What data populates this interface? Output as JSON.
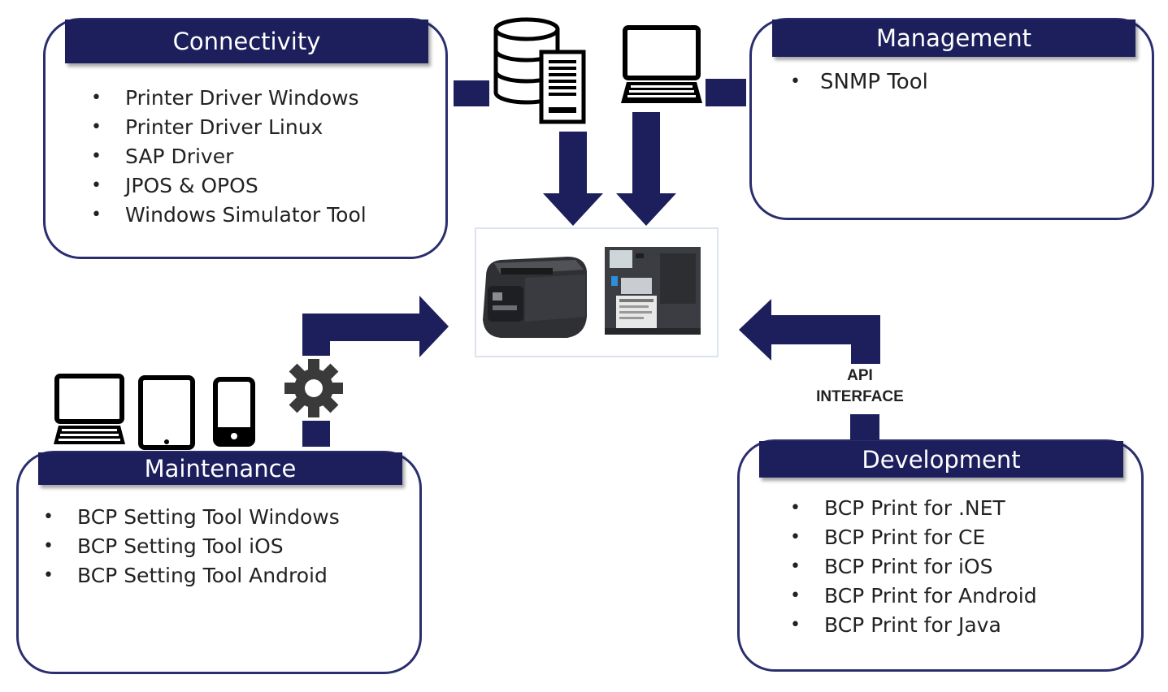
{
  "connectivity": {
    "title": "Connectivity",
    "items": [
      "Printer Driver Windows",
      "Printer Driver Linux",
      "SAP Driver",
      "JPOS & OPOS",
      "Windows Simulator Tool"
    ]
  },
  "management": {
    "title": "Management",
    "items": [
      "SNMP Tool"
    ]
  },
  "maintenance": {
    "title": "Maintenance",
    "items": [
      "BCP Setting Tool Windows",
      "BCP Setting Tool iOS",
      "BCP Setting Tool Android"
    ]
  },
  "development": {
    "title": "Development",
    "items": [
      "BCP Print for .NET",
      "BCP Print for CE",
      "BCP Print for iOS",
      "BCP Print for Android",
      "BCP Print for Java"
    ]
  },
  "api_interface": {
    "line1": "API",
    "line2": "INTERFACE"
  },
  "colors": {
    "navy": "#1c1f5c",
    "border": "#2b2e6e"
  },
  "icons": [
    "server-icon",
    "laptop-icon",
    "tablet-icon",
    "smartphone-icon",
    "gear-icon",
    "printer-icon"
  ]
}
